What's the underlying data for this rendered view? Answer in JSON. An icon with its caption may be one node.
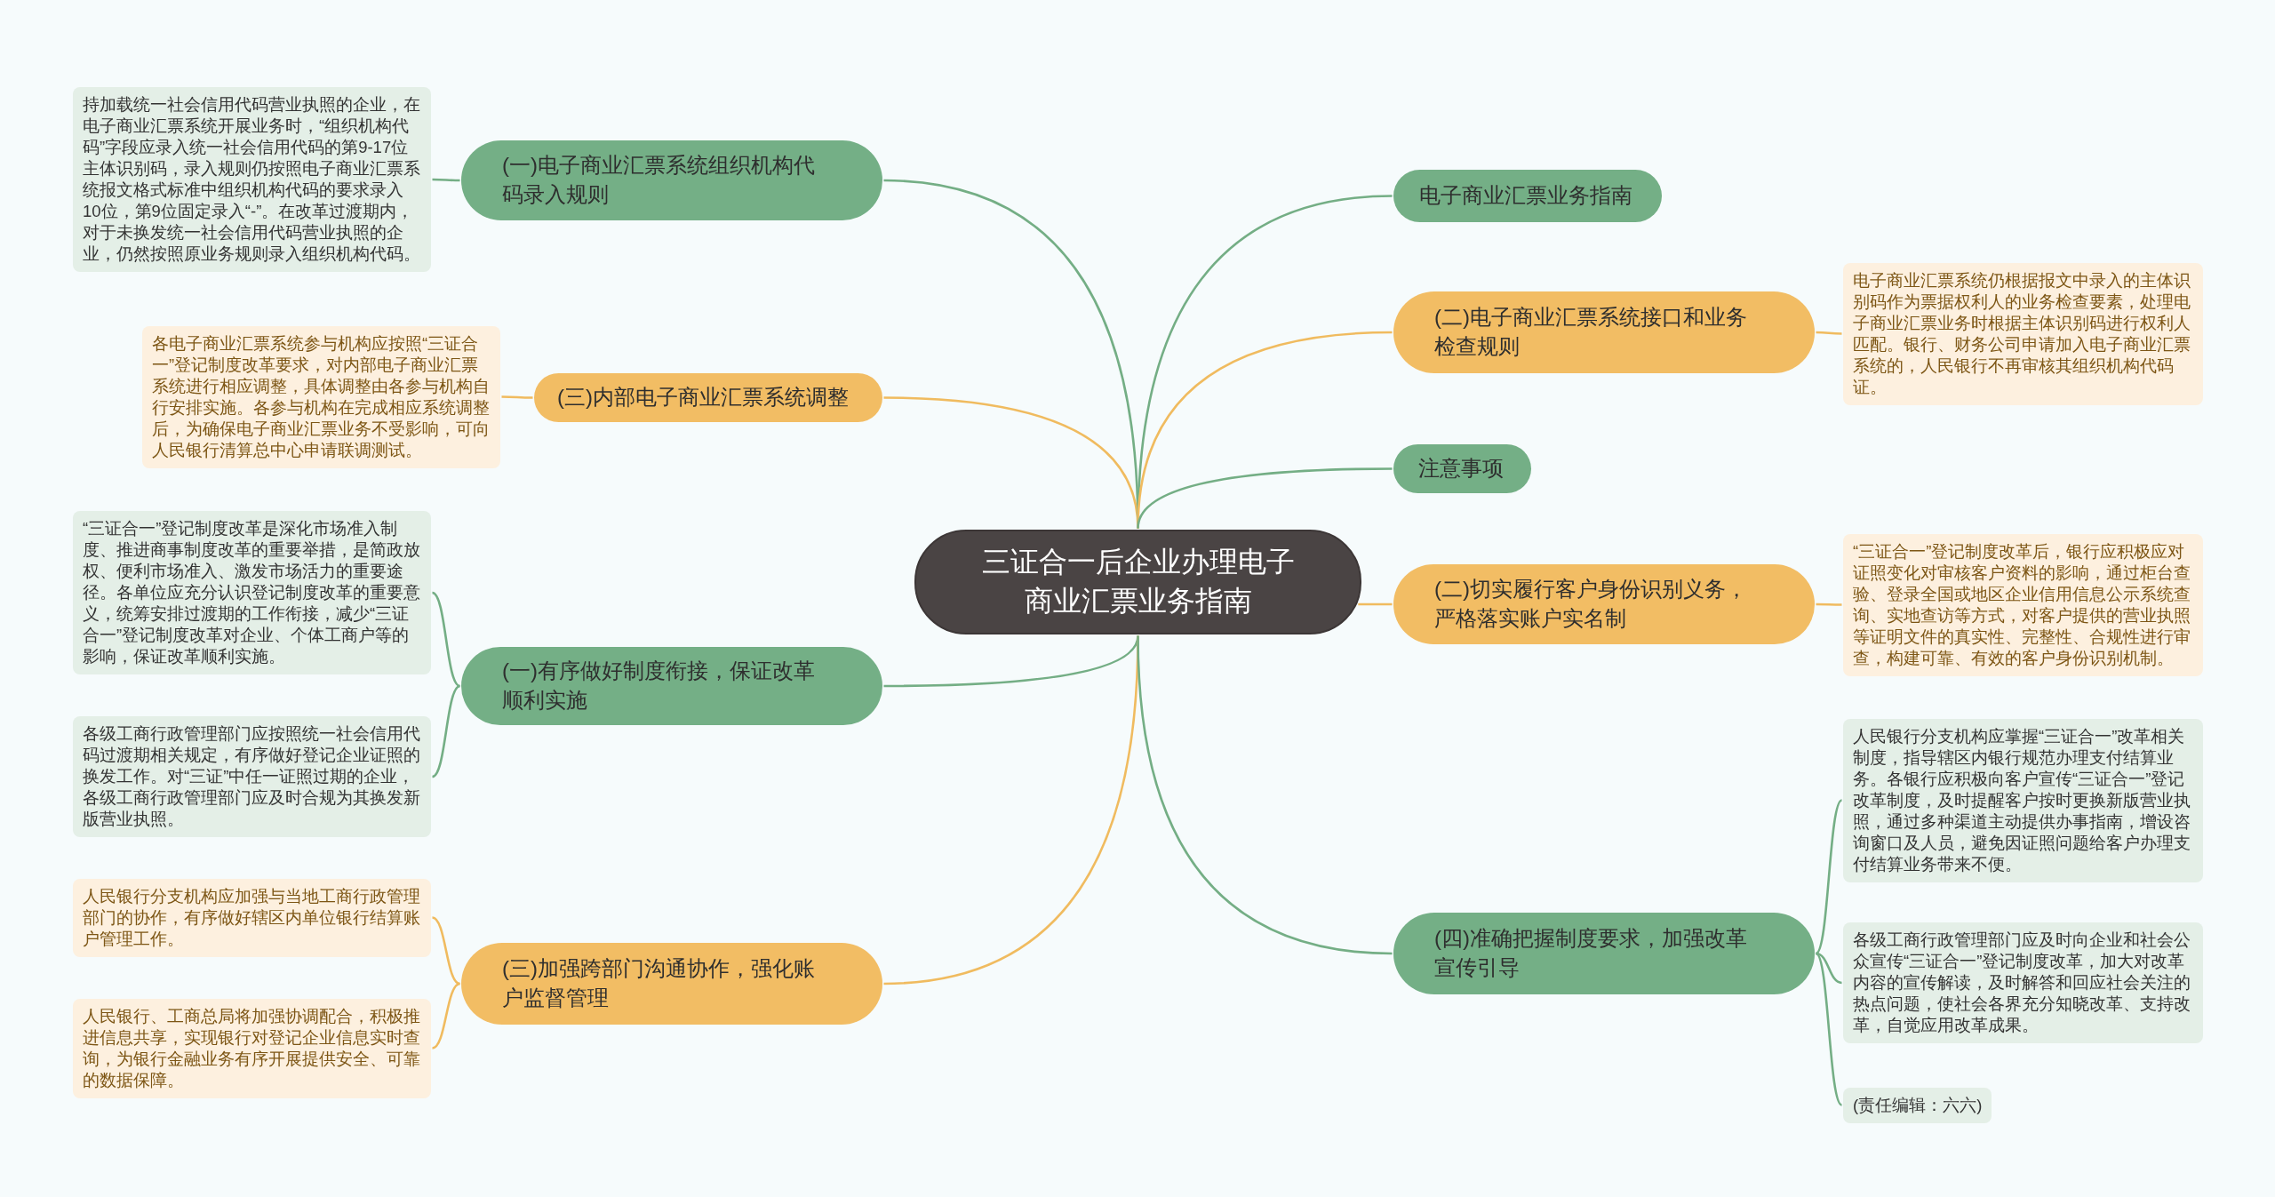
{
  "diagram": {
    "nodes": [
      {
        "text": [
          "三证合一后企业办理电子商业汇票业务指南"
        ]
      },
      {
        "text": [
          "(一)电子商业汇票系统组织机构代码录入规则"
        ]
      },
      {
        "text": [
          "持加载统一社会信用代码营业执照的企业，在电子商业汇票系统开展业务时，“组织机构代码”字段应录入统一社会信用代码的第9-17位主体识别码，录入规则仍按照电子商业汇票系统报文格式标准中组织机构代码的要求录入10位，第9位固定录入“-”。在改革过渡期内，对于未换发统一社会信用代码营业执照的企业，仍然按照原业务规则录入组织机构代码。"
        ]
      },
      {
        "text": [
          "(三)内部电子商业汇票系统调整"
        ]
      },
      {
        "text": [
          "各电子商业汇票系统参与机构应按照“三证合一”登记制度改革要求，对内部电子商业汇票系统进行相应调整，具体调整由各参与机构自行安排实施。各参与机构在完成相应系统调整后，为确保电子商业汇票业务不受影响，可向人民银行清算总中心申请联调测试。"
        ]
      },
      {
        "text": [
          "(一)有序做好制度衔接，保证改革顺利实施"
        ]
      },
      {
        "text": [
          "“三证合一”登记制度改革是深化市场准入制度、推进商事制度改革的重要举措，是简政放权、便利市场准入、激发市场活力的重要途径。各单位应充分认识登记制度改革的重要意义，统筹安排过渡期的工作衔接，减少“三证合一”登记制度改革对企业、个体工商户等的影响，保证改革顺利实施。"
        ]
      },
      {
        "text": [
          "各级工商行政管理部门应按照统一社会信用代码过渡期相关规定，有序做好登记企业证照的换发工作。对“三证”中任一证照过期的企业，各级工商行政管理部门应及时合规为其换发新版营业执照。"
        ]
      },
      {
        "text": [
          "(三)加强跨部门沟通协作，强化账户监督管理"
        ]
      },
      {
        "text": [
          "人民银行分支机构应加强与当地工商行政管理部门的协作，有序做好辖区内单位银行结算账户管理工作。"
        ]
      },
      {
        "text": [
          "人民银行、工商总局将加强协调配合，积极推进信息共享，实现银行对登记企业信息实时查询，为银行金融业务有序开展提供安全、可靠的数据保障。"
        ]
      },
      {
        "text": [
          "电子商业汇票业务指南"
        ]
      },
      {
        "text": [
          "(二)电子商业汇票系统接口和业务检查规则"
        ]
      },
      {
        "text": [
          "电子商业汇票系统仍根据报文中录入的主体识别码作为票据权利人的业务检查要素，处理电子商业汇票业务时根据主体识别码进行权利人匹配。银行、财务公司申请加入电子商业汇票系统的，人民银行不再审核其组织机构代码证。"
        ]
      },
      {
        "text": [
          "注意事项"
        ]
      },
      {
        "text": [
          "(二)切实履行客户身份识别义务，严格落实账户实名制"
        ]
      },
      {
        "text": [
          "“三证合一”登记制度改革后，银行应积极应对证照变化对审核客户资料的影响，通过柜台查验、登录全国或地区企业信用信息公示系统查询、实地查访等方式，对客户提供的营业执照等证明文件的真实性、完整性、合规性进行审查，构建可靠、有效的客户身份识别机制。"
        ]
      },
      {
        "text": [
          "(四)准确把握制度要求，加强改革宣传引导"
        ]
      },
      {
        "text": [
          "人民银行分支机构应掌握“三证合一”改革相关制度，指导辖区内银行规范办理支付结算业务。各银行应积极向客户宣传“三证合一”登记改革制度，及时提醒客户按时更换新版营业执照，通过多种渠道主动提供办事指南，增设咨询窗口及人员，避免因证照问题给客户办理支付结算业务带来不便。"
        ]
      },
      {
        "text": [
          "各级工商行政管理部门应及时向企业和社会公众宣传“三证合一”登记制度改革，加大对改革内容的宣传解读，及时解答和回应社会关注的热点问题，使社会各界充分知晓改革、支持改革，自觉应用改革成果。"
        ]
      },
      {
        "text": [
          "(责任编辑：六六)"
        ]
      }
    ],
    "edges": [
      {
        "from": 0,
        "to": 1,
        "arrow": "none"
      },
      {
        "from": 1,
        "to": 2,
        "arrow": "none"
      },
      {
        "from": 0,
        "to": 3,
        "arrow": "none",
        "color": "#f0bb5f"
      },
      {
        "from": 3,
        "to": 4,
        "arrow": "none",
        "color": "#f0bb5f"
      },
      {
        "from": 0,
        "to": 5,
        "arrow": "none"
      },
      {
        "from": 5,
        "to": 6,
        "arrow": "none"
      },
      {
        "from": 5,
        "to": 7,
        "arrow": "none"
      },
      {
        "from": 0,
        "to": 8,
        "arrow": "none",
        "color": "#f0bb5f"
      },
      {
        "from": 8,
        "to": 9,
        "arrow": "none",
        "color": "#f0bb5f"
      },
      {
        "from": 8,
        "to": 10,
        "arrow": "none",
        "color": "#f0bb5f"
      },
      {
        "from": 0,
        "to": 11,
        "arrow": "none"
      },
      {
        "from": 0,
        "to": 12,
        "arrow": "none",
        "color": "#f0bb5f"
      },
      {
        "from": 12,
        "to": 13,
        "arrow": "none",
        "color": "#f0bb5f"
      },
      {
        "from": 0,
        "to": 14,
        "arrow": "none"
      },
      {
        "from": 0,
        "to": 15,
        "arrow": "none",
        "color": "#f0bb5f"
      },
      {
        "from": 15,
        "to": 16,
        "arrow": "none",
        "color": "#f0bb5f"
      },
      {
        "from": 0,
        "to": 17,
        "arrow": "none"
      },
      {
        "from": 17,
        "to": 18,
        "arrow": "none"
      },
      {
        "from": 17,
        "to": 19,
        "arrow": "none"
      },
      {
        "from": 17,
        "to": 20,
        "arrow": "none"
      }
    ]
  }
}
